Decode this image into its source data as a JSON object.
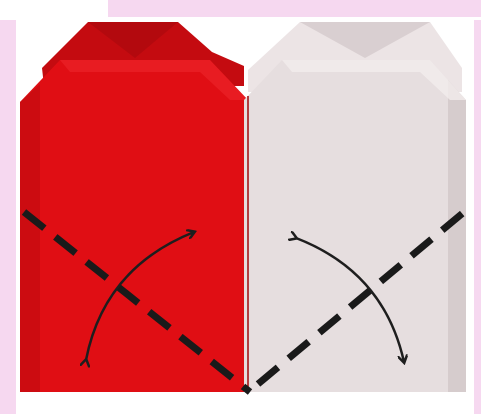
{
  "photo": {
    "subject": "origami-heart-fold-step",
    "colors": {
      "background": "#ffffff",
      "pink_border": "#f6d8f0",
      "red_paper": "#e00e14",
      "red_shade": "#c80b10",
      "white_paper": "#e6dedf",
      "white_shade": "#d6cccd",
      "dashed_line": "#1a1a1a",
      "arrow": "#1e1e1e"
    },
    "icons": [
      "dashed-fold-line",
      "curved-double-arrow"
    ]
  }
}
